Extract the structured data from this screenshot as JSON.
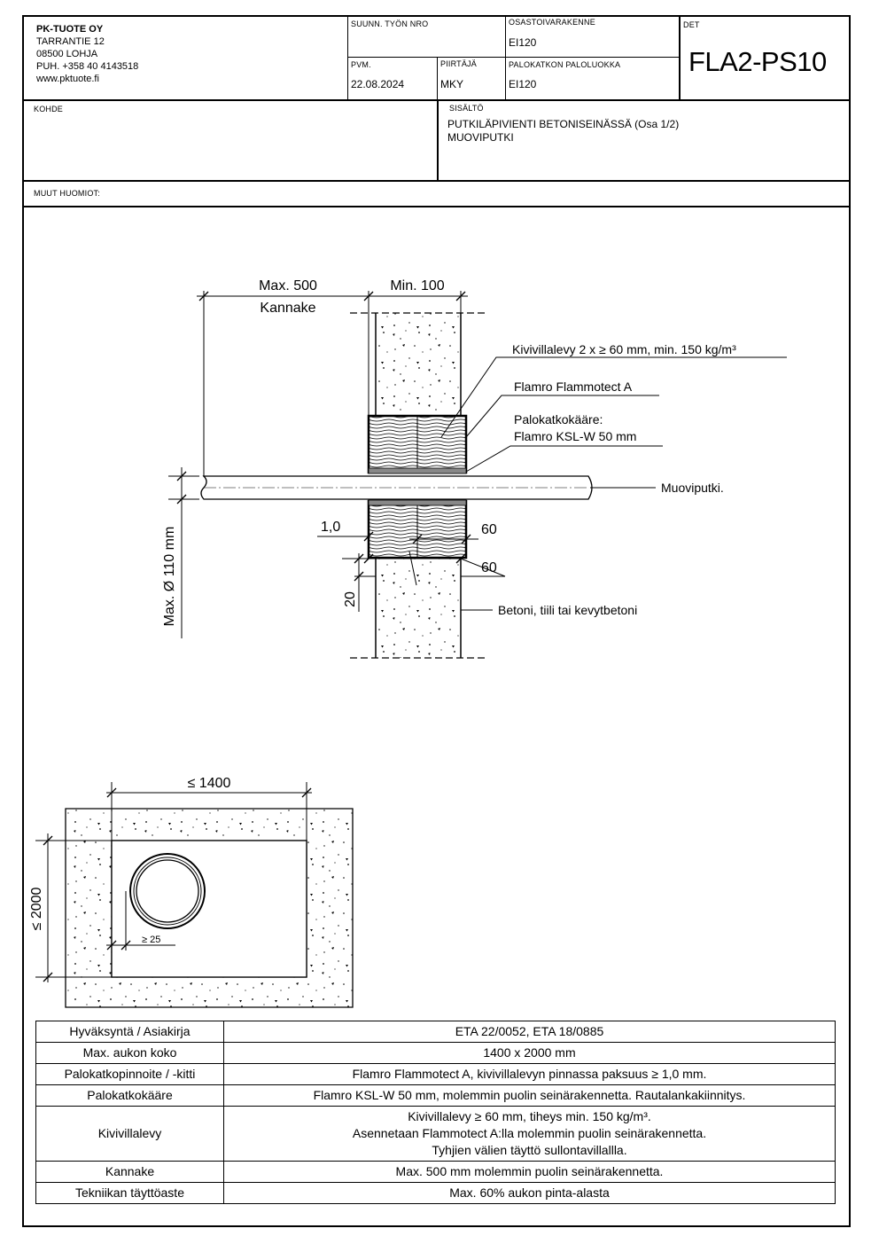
{
  "header": {
    "company": {
      "name": "PK-TUOTE OY",
      "street": "TARRANTIE 12",
      "city": "08500 LOHJA",
      "phone": "PUH. +358 40 4143518",
      "web": "www.pktuote.fi"
    },
    "suunn_label": "SUUNN. TYÖN NRO",
    "suunn_value": "",
    "osasto_label": "OSASTOIVARAKENNE",
    "osasto_value": "EI120",
    "det_label": "DET",
    "det_value": "FLA2-PS10",
    "pvm_label": "PVM.",
    "pvm_value": "22.08.2024",
    "piirtaja_label": "PIIRTÄJÄ",
    "piirtaja_value": "MKY",
    "paloluokka_label": "PALOKATKON PALOLUOKKA",
    "paloluokka_value": "EI120",
    "kohde_label": "KOHDE",
    "kohde_value": "",
    "sisalto_label": "SISÄLTÖ",
    "sisalto_line1": "PUTKILÄPIVIENTI BETONISEINÄSSÄ (Osa 1/2)",
    "sisalto_line2": "MUOVIPUTKI",
    "muut_label": "MUUT HUOMIOT:"
  },
  "section": {
    "dim_max500": "Max. 500",
    "dim_min100": "Min. 100",
    "kannake": "Kannake",
    "kivivilla": "Kivivillalevy 2 x ≥ 60 mm, min. 150 kg/m³",
    "flamro_a": "Flamro Flammotect A",
    "palokatko_line1": "Palokatkokääre:",
    "palokatko_line2": "Flamro KSL-W 50 mm",
    "muoviputki": "Muoviputki.",
    "dim_10": "1,0",
    "dim_60a": "60",
    "dim_60b": "60",
    "dim_20": "20",
    "betoni": "Betoni, tiili tai kevytbetoni",
    "max_d110": "Max. Ø 110 mm"
  },
  "elevation": {
    "dim_width": "≤ 1400",
    "dim_height": "≤ 2000",
    "dim_gap": "≥ 25"
  },
  "spec_table": [
    {
      "key": "Hyväksyntä / Asiakirja",
      "value": "ETA 22/0052, ETA 18/0885"
    },
    {
      "key": "Max. aukon koko",
      "value": "1400 x 2000 mm"
    },
    {
      "key": "Palokatkopinnoite / -kitti",
      "value": "Flamro Flammotect A, kivivillalevyn pinnassa paksuus ≥ 1,0 mm."
    },
    {
      "key": "Palokatkokääre",
      "value": "Flamro KSL-W 50 mm, molemmin puolin seinärakennetta. Rautalankakiinnitys."
    },
    {
      "key": "Kivivillalevy",
      "value_lines": [
        "Kivivillalevy ≥ 60 mm, tiheys min. 150 kg/m³.",
        "Asennetaan Flammotect A:lla molemmin puolin seinärakennetta.",
        "Tyhjien välien täyttö sullontavillallla."
      ]
    },
    {
      "key": "Kannake",
      "value": "Max. 500 mm molemmin puolin seinärakennetta."
    },
    {
      "key": "Tekniikan täyttöaste",
      "value": "Max. 60% aukon pinta-alasta"
    }
  ]
}
